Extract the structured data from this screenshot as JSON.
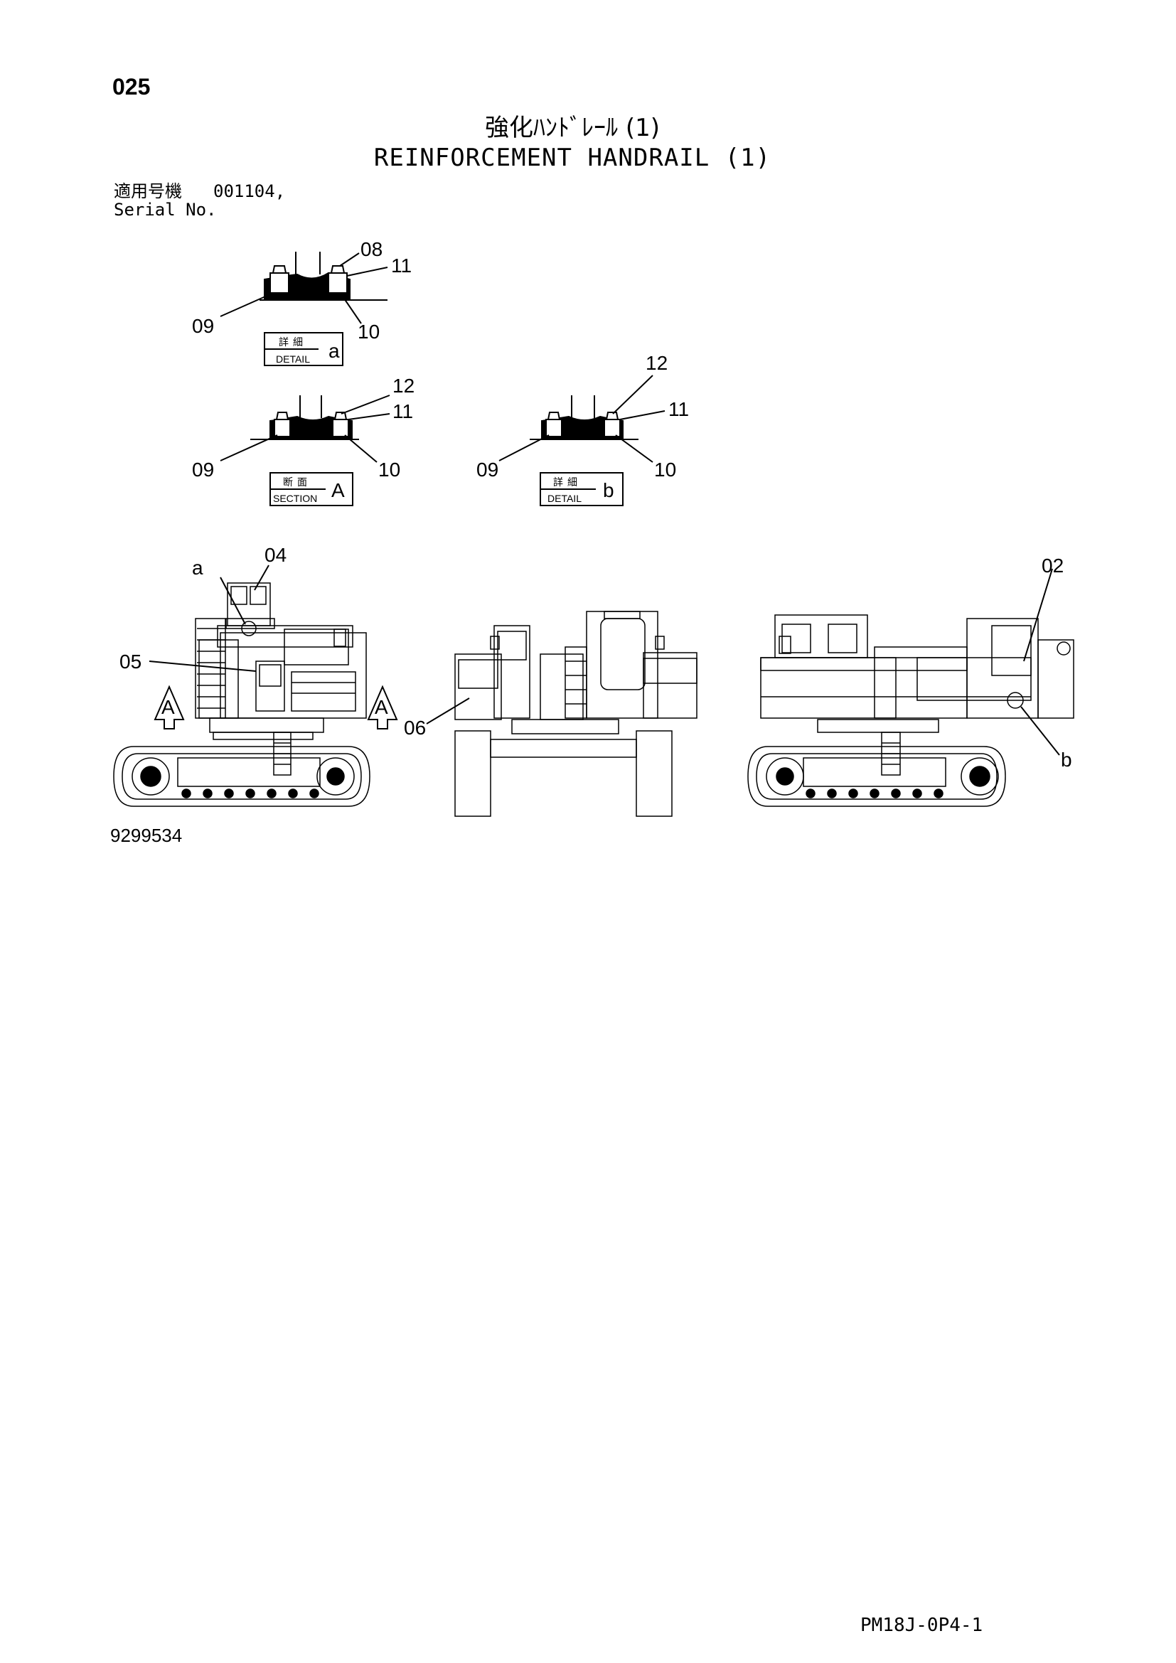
{
  "page_number": "025",
  "title_jp": "強化ﾊﾝﾄﾞﾚｰﾙ (1)",
  "title_en": "REINFORCEMENT HANDRAIL (1)",
  "serial": {
    "label_jp": "適用号機",
    "label_en": "Serial No.",
    "value": "001104,"
  },
  "details": [
    {
      "box_jp": "詳細",
      "box_en": "DETAIL",
      "letter": "a",
      "callouts": [
        "08",
        "11",
        "09",
        "10"
      ]
    },
    {
      "box_jp": "断面",
      "box_en": "SECTION",
      "letter": "A",
      "callouts": [
        "12",
        "11",
        "09",
        "10"
      ]
    },
    {
      "box_jp": "詳細",
      "box_en": "DETAIL",
      "letter": "b",
      "callouts": [
        "12",
        "11",
        "09",
        "10"
      ]
    }
  ],
  "machine_callouts": {
    "a": "a",
    "p04": "04",
    "p05": "05",
    "p06": "06",
    "p02": "02",
    "b": "b",
    "section_left": "A",
    "section_right": "A"
  },
  "drawing_number": "9299534",
  "page_code": "PM18J-0P4-1"
}
